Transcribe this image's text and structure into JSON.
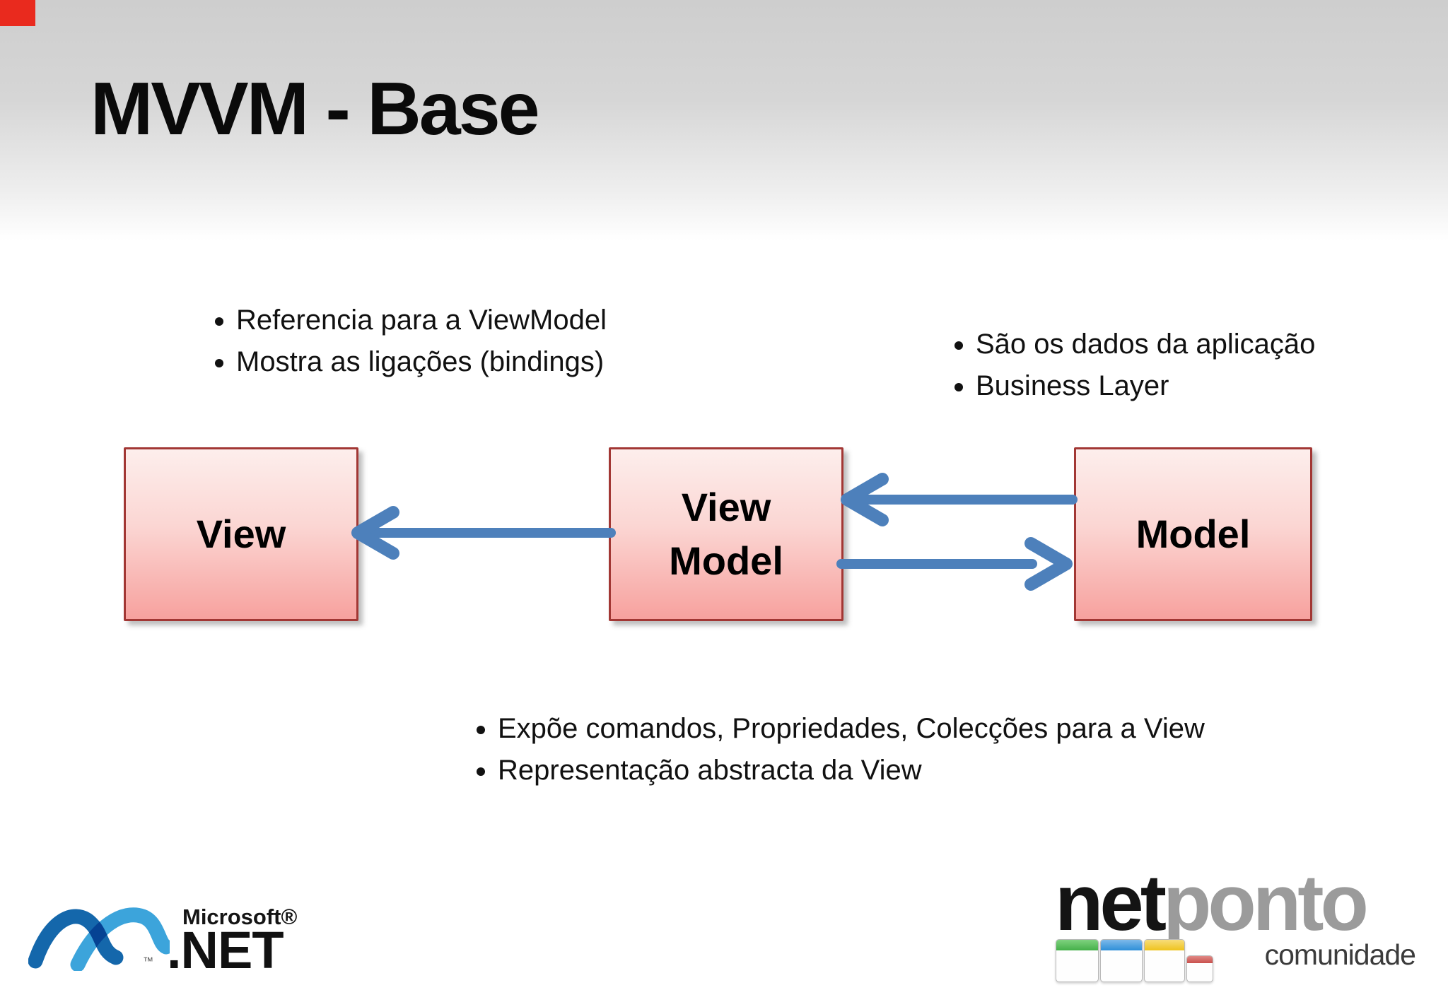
{
  "slide": {
    "title": "MVVM - Base"
  },
  "view_notes": {
    "items": [
      "Referencia para a ViewModel",
      "Mostra as ligações (bindings)"
    ]
  },
  "model_notes": {
    "items": [
      "São os dados da aplicação",
      "Business Layer"
    ]
  },
  "viewmodel_notes": {
    "items": [
      "Expõe comandos, Propriedades, Colecções para a View",
      "Representação abstracta da View"
    ]
  },
  "diagram": {
    "view_box_label": "View",
    "viewmodel_box_line1": "View",
    "viewmodel_box_line2": "Model",
    "model_box_label": "Model",
    "arrows": [
      {
        "name": "viewmodel-to-view",
        "direction": "left",
        "from": "View Model",
        "to": "View"
      },
      {
        "name": "model-to-viewmodel",
        "direction": "left",
        "from": "Model",
        "to": "View Model"
      },
      {
        "name": "viewmodel-to-model",
        "direction": "right",
        "from": "View Model",
        "to": "Model"
      }
    ]
  },
  "footer": {
    "microsoft_net": {
      "brand": "Microsoft®",
      "product": ".NET",
      "trademark": "™"
    },
    "netponto": {
      "name_black": "net",
      "name_gray": "ponto",
      "subtitle": "comunidade"
    }
  },
  "colors": {
    "box_border": "#a23734",
    "box_fill_top": "#fdeeec",
    "box_fill_bottom": "#f7a19e",
    "arrow_blue": "#4d80bb",
    "background_top": "#cecece",
    "corner_marker_red": "#e92a1e",
    "netponto_gray": "#9b9b9b",
    "icon_green": "#44b049",
    "icon_blue": "#2e8fd8",
    "icon_yellow": "#efc31d",
    "icon_red": "#c9504c"
  }
}
